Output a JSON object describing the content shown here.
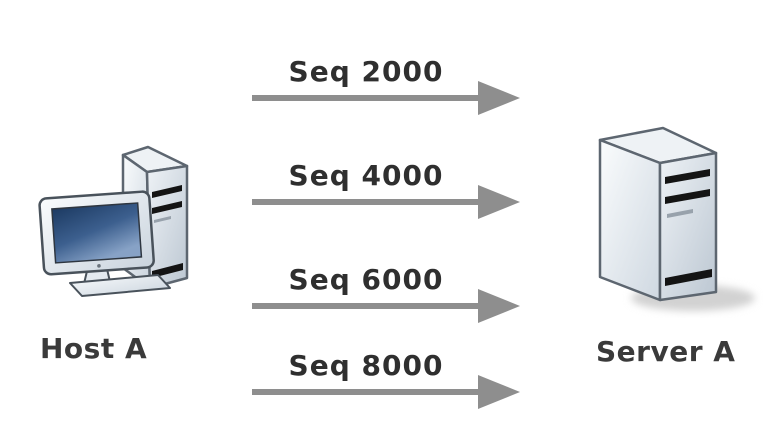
{
  "diagram": {
    "type": "tcp-sequence-flow",
    "nodes": {
      "host": {
        "label": "Host A",
        "icon": "desktop-computer"
      },
      "server": {
        "label": "Server A",
        "icon": "server-tower"
      }
    },
    "messages": [
      {
        "label": "Seq 2000",
        "direction": "right"
      },
      {
        "label": "Seq 4000",
        "direction": "right"
      },
      {
        "label": "Seq 6000",
        "direction": "right"
      },
      {
        "label": "Seq 8000",
        "direction": "right"
      }
    ],
    "colors": {
      "background": "#ffffff",
      "arrow": "#8e8e8e",
      "label_text": "#2f2f2f",
      "node_label_text": "#3a3a3a",
      "screen_blue_dark": "#1c3a62",
      "screen_blue_light": "#87a2c6",
      "case_light": "#f8fafc",
      "case_dark": "#c3cdd7",
      "outline": "#5d6670"
    }
  }
}
